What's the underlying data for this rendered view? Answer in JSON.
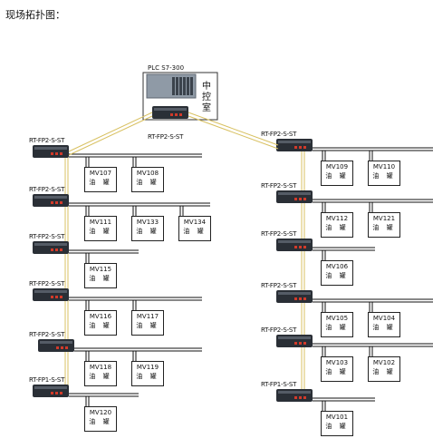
{
  "title": "现场拓扑图：",
  "control_room": {
    "plc_label": "PLC S7-300",
    "room_label": "中控室",
    "device_label": "RT-FP2-S-ST"
  },
  "left_chain": [
    {
      "device": "RT-FP2-S-ST",
      "tanks": [
        {
          "id": "MV107",
          "name": "油 罐"
        },
        {
          "id": "MV108",
          "name": "油 罐"
        }
      ]
    },
    {
      "device": "RT-FP2-S-ST",
      "tanks": [
        {
          "id": "MV111",
          "name": "油 罐"
        },
        {
          "id": "MV133",
          "name": "油 罐"
        },
        {
          "id": "MV134",
          "name": "油 罐"
        }
      ]
    },
    {
      "device": "RT-FP2-S-ST",
      "tanks": [
        {
          "id": "MV115",
          "name": "油 罐"
        }
      ]
    },
    {
      "device": "RT-FP2-S-ST",
      "tanks": [
        {
          "id": "MV116",
          "name": "油 罐"
        },
        {
          "id": "MV117",
          "name": "油 罐"
        }
      ]
    },
    {
      "device": "RT-FP2-S-ST",
      "tanks": [
        {
          "id": "MV118",
          "name": "油 罐"
        },
        {
          "id": "MV119",
          "name": "油 罐"
        }
      ]
    },
    {
      "device": "RT-FP1-S-ST",
      "tanks": [
        {
          "id": "MV120",
          "name": "油 罐"
        }
      ]
    }
  ],
  "right_chain": [
    {
      "device": "RT-FP2-S-ST",
      "tanks": [
        {
          "id": "MV109",
          "name": "油 罐"
        },
        {
          "id": "MV110",
          "name": "油 罐"
        }
      ]
    },
    {
      "device": "RT-FP2-S-ST",
      "tanks": [
        {
          "id": "MV112",
          "name": "油 罐"
        },
        {
          "id": "MV121",
          "name": "油 罐"
        }
      ]
    },
    {
      "device": "RT-FP2-S-ST",
      "tanks": [
        {
          "id": "MV106",
          "name": "油 罐"
        }
      ]
    },
    {
      "device": "RT-FP2-S-ST",
      "tanks": [
        {
          "id": "MV105",
          "name": "油 罐"
        },
        {
          "id": "MV104",
          "name": "油 罐"
        }
      ]
    },
    {
      "device": "RT-FP2-S-ST",
      "tanks": [
        {
          "id": "MV103",
          "name": "油 罐"
        },
        {
          "id": "MV102",
          "name": "油 罐"
        }
      ]
    },
    {
      "device": "RT-FP1-S-ST",
      "tanks": [
        {
          "id": "MV101",
          "name": "油 罐"
        }
      ]
    }
  ],
  "colors": {
    "fiber": "#d8c060",
    "switch": "#2a2f36",
    "switch_led": "#d23a2a",
    "plc": "#8f9aa6"
  }
}
